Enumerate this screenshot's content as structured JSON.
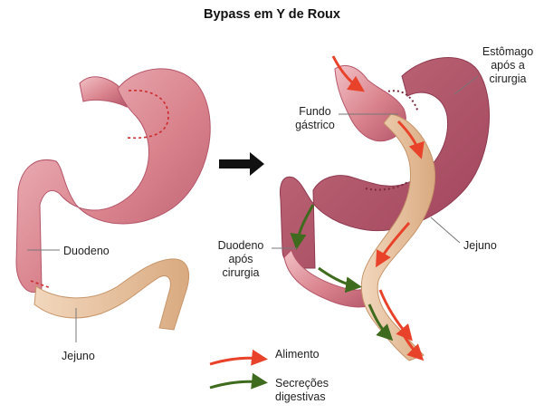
{
  "title": "Bypass em Y de Roux",
  "labels": {
    "duodeno_left": "Duodeno",
    "jejuno_left": "Jejuno",
    "estomago_line1": "Estômago",
    "estomago_line2": "após a",
    "estomago_line3": "cirurgia",
    "fundo_line1": "Fundo",
    "fundo_line2": "gástrico",
    "duodeno_right_line1": "Duodeno",
    "duodeno_right_line2": "após",
    "duodeno_right_line3": "cirurgia",
    "jejuno_right": "Jejuno"
  },
  "legend": [
    {
      "label_line1": "Alimento",
      "label_line2": "",
      "color": "#e8432a"
    },
    {
      "label_line1": "Secreções",
      "label_line2": "digestivas",
      "color": "#3f6b1e"
    }
  ],
  "colors": {
    "stomach": "#d9828c",
    "stomach_dark": "#b4566a",
    "jejunum": "#e9c5a3",
    "cut_line": "#cc2a2a",
    "arrow": "#111111"
  }
}
